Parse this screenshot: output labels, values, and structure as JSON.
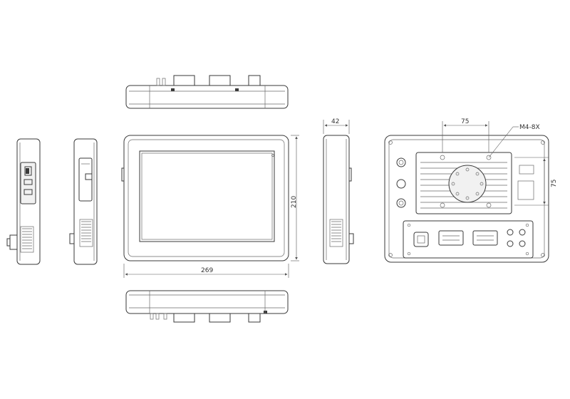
{
  "dimensions": {
    "front_width": "269",
    "front_height": "210",
    "side_depth": "42",
    "mount_spacing_horizontal": "75",
    "mount_spacing_vertical": "75",
    "mount_screw_callout": "M4-8X"
  },
  "views": [
    "top-view",
    "left-side-view",
    "left-side-view-2",
    "front-view",
    "right-side-view",
    "rear-view",
    "bottom-view"
  ]
}
